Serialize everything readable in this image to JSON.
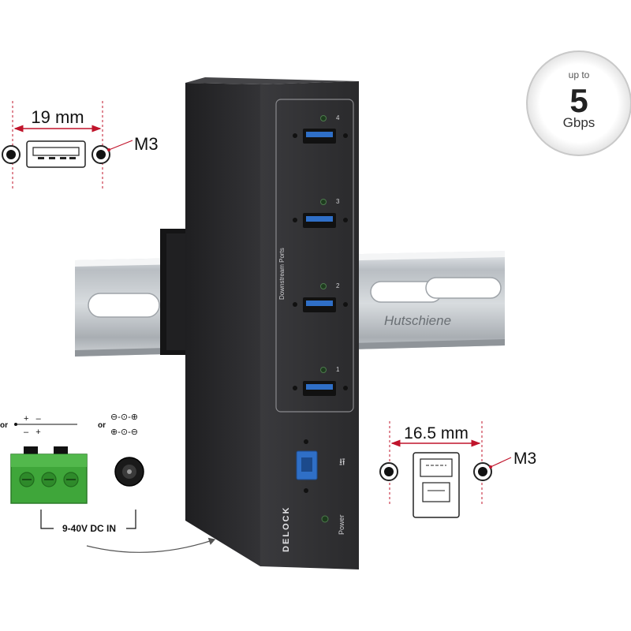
{
  "usb_a_dimension": {
    "width_label": "19 mm",
    "screw_label": "M3"
  },
  "usb_b_dimension": {
    "width_label": "16.5 mm",
    "screw_label": "M3"
  },
  "speed_badge": {
    "line1": "up to",
    "line2": "5",
    "line3": "Gbps"
  },
  "din_rail": {
    "label": "Hutschiene"
  },
  "hub": {
    "downstream_label": "Downstream Ports",
    "port_numbers": [
      "4",
      "3",
      "2",
      "1"
    ],
    "power_label": "Power",
    "brand": "DELOCK"
  },
  "power_input": {
    "label": "9-40V DC IN",
    "or_label": "or",
    "polarity_top": "+   –",
    "polarity_bottom": "–   +",
    "barrel_top": "⊖-⊙-⊕",
    "barrel_bottom": "⊕-⊙-⊖"
  },
  "colors": {
    "hub_body": "#2b2b2d",
    "usb3_blue": "#2f6fc7",
    "terminal_green": "#3fa63a",
    "accent_red": "#c0142b"
  }
}
